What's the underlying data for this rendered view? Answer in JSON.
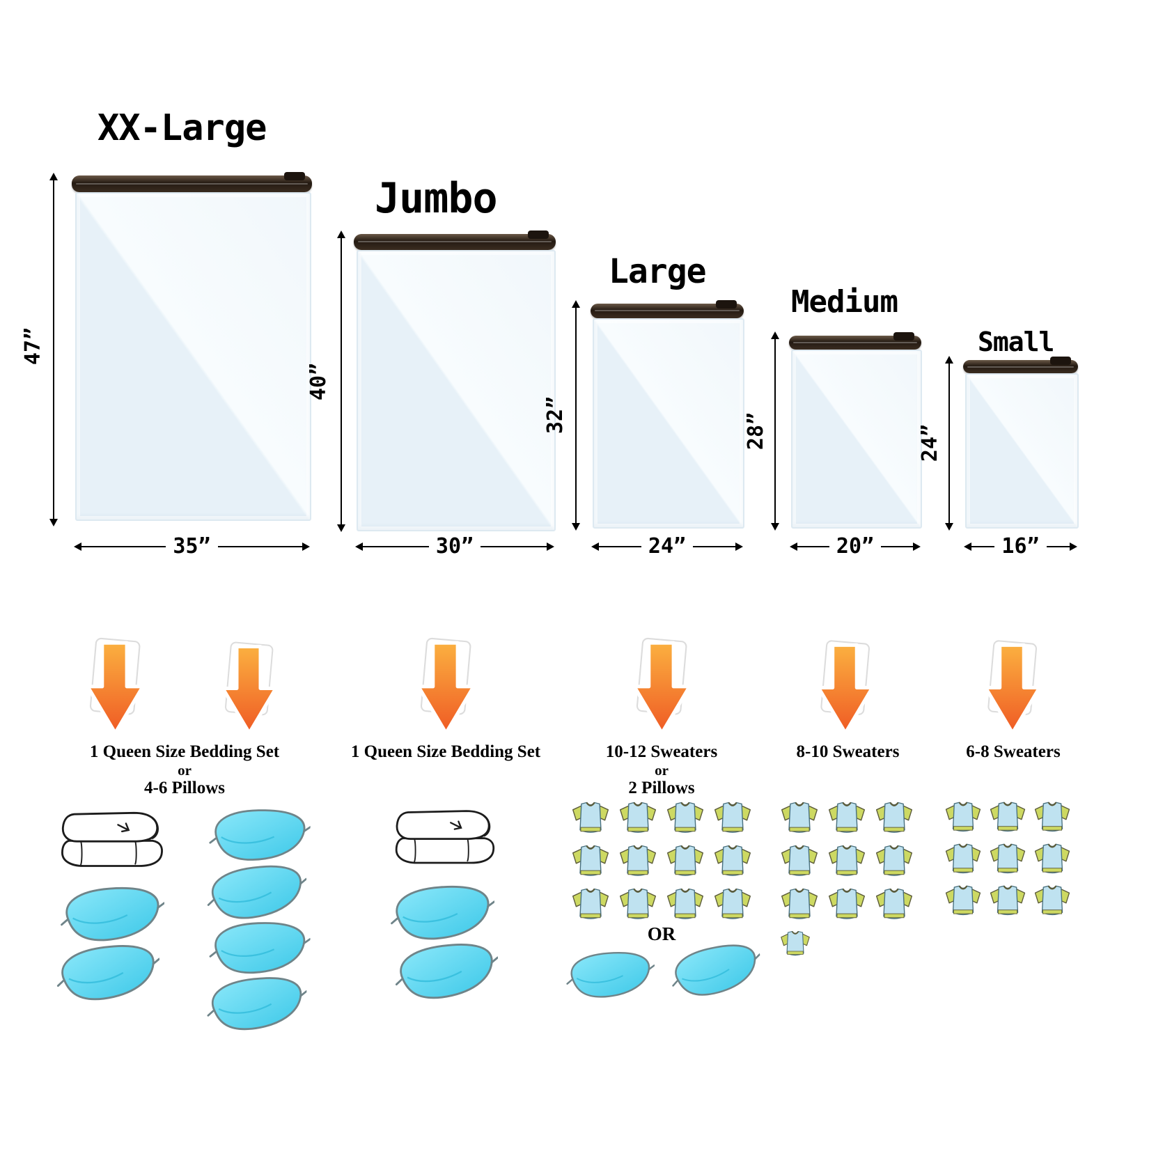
{
  "page": {
    "background": "#ffffff"
  },
  "bags": [
    {
      "name": "XX-Large",
      "height": "47”",
      "width": "35”"
    },
    {
      "name": "Jumbo",
      "height": "40”",
      "width": "30”"
    },
    {
      "name": "Large",
      "height": "32”",
      "width": "24”"
    },
    {
      "name": "Medium",
      "height": "28”",
      "width": "20”"
    },
    {
      "name": "Small",
      "height": "24”",
      "width": "16”"
    }
  ],
  "capacity_columns": [
    {
      "bag": "XX-Large",
      "lines": [
        "1 Queen Size Bedding Set",
        "or",
        "4-6 Pillows"
      ],
      "icons": {
        "comforters": 1,
        "pillows": 6
      }
    },
    {
      "bag": "Jumbo",
      "lines": [
        "1 Queen Size Bedding Set"
      ],
      "icons": {
        "comforters": 1,
        "pillows": 2
      }
    },
    {
      "bag": "Large",
      "lines": [
        "10-12 Sweaters",
        "or",
        "2 Pillows"
      ],
      "or_label": "OR",
      "icons": {
        "sweaters": 12,
        "pillows": 2
      }
    },
    {
      "bag": "Medium",
      "lines": [
        "8-10 Sweaters"
      ],
      "icons": {
        "sweaters": 10
      }
    },
    {
      "bag": "Small",
      "lines": [
        "6-8 Sweaters"
      ],
      "icons": {
        "sweaters": 9
      }
    }
  ],
  "colors": {
    "arrow_orange_top": "#fbb040",
    "arrow_orange_bottom": "#ef5a24",
    "pillow_cyan": "#4fd0ee",
    "sweater_body": "#bfe2f0",
    "sweater_sleeve": "#cdd962",
    "bag_fill": "#eef5fa",
    "zipper_dark": "#2a1e14"
  }
}
